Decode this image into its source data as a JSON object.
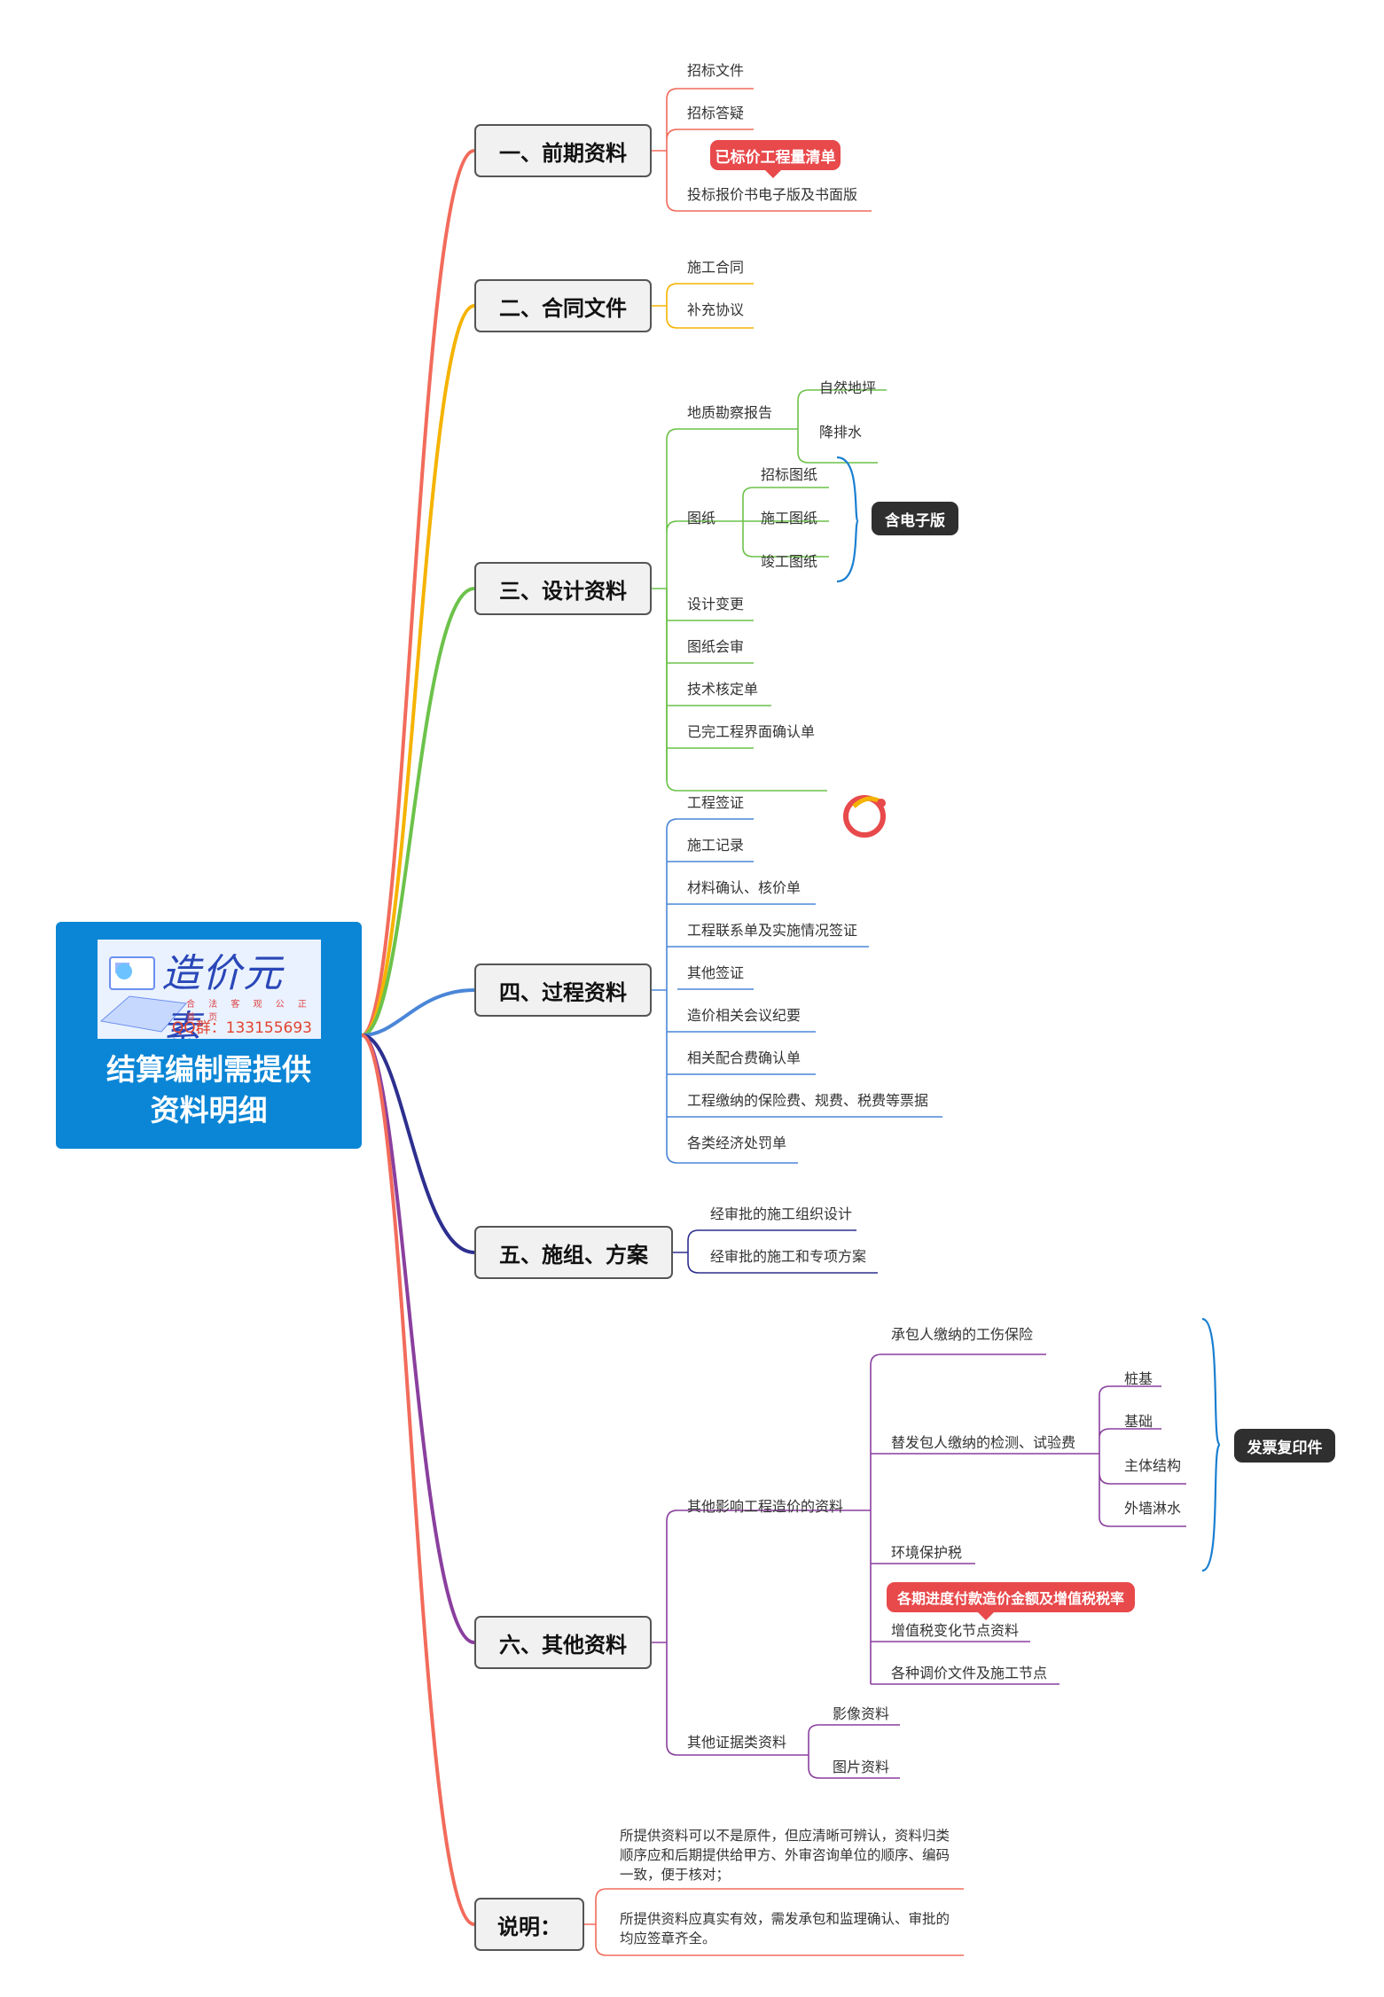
{
  "root": {
    "logo_text": "造价元素",
    "logo_subtitle": "合 法 客 观 公 正 首 页",
    "qq": "QQ群：133155693",
    "title_line1": "结算编制需提供",
    "title_line2": "资料明细"
  },
  "branches": [
    {
      "label": "一、前期资料",
      "color": "#f26b5b",
      "items": [
        "招标文件",
        "招标答疑",
        "投标报价书电子版及书面版"
      ],
      "tag": "已标价工程量清单"
    },
    {
      "label": "二、合同文件",
      "color": "#f5b300",
      "items": [
        "施工合同",
        "补充协议"
      ]
    },
    {
      "label": "三、设计资料",
      "color": "#6cc24a",
      "items": [
        "地质勘察报告",
        "图纸",
        "设计变更",
        "图纸会审",
        "技术核定单",
        "已完工程界面确认单"
      ],
      "geology_children": [
        "自然地坪",
        "降排水"
      ],
      "drawing_children": [
        "招标图纸",
        "施工图纸",
        "竣工图纸"
      ],
      "tag": "含电子版"
    },
    {
      "label": "四、过程资料",
      "color": "#4a86d8",
      "items": [
        "工程签证",
        "施工记录",
        "材料确认、核价单",
        "工程联系单及实施情况签证",
        "其他签证",
        "造价相关会议纪要",
        "相关配合费确认单",
        "工程缴纳的保险费、规费、税费等票据",
        "各类经济处罚单"
      ]
    },
    {
      "label": "五、施组、方案",
      "color": "#2d2f8f",
      "items": [
        "经审批的施工组织设计",
        "经审批的施工和专项方案"
      ]
    },
    {
      "label": "六、其他资料",
      "color": "#8a3f9e",
      "items": [
        "其他影响工程造价的资料",
        "其他证据类资料"
      ],
      "cost_children": [
        "承包人缴纳的工伤保险",
        "替发包人缴纳的检测、试验费",
        "环境保护税",
        "增值税变化节点资料",
        "各种调价文件及施工节点"
      ],
      "test_children": [
        "桩基",
        "基础",
        "主体结构",
        "外墙淋水"
      ],
      "evidence_children": [
        "影像资料",
        "图片资料"
      ],
      "tag": "发票复印件",
      "tag2": "各期进度付款造价金额及增值税税率"
    },
    {
      "label": "说明：",
      "color": "#f26b5b",
      "items": [
        "所提供资料可以不是原件，但应清晰可辨认，资料归类顺序应和后期提供给甲方、外审咨询单位的顺序、编码一致，便于核对；",
        "所提供资料应真实有效，需发承包和监理确认、审批的均应签章齐全。"
      ]
    }
  ],
  "colors": {
    "root_bg": "#0b86d6",
    "red_tag": "#e8494b",
    "dark_tag": "#2f2f2f",
    "brace": "#1a7fd0"
  }
}
